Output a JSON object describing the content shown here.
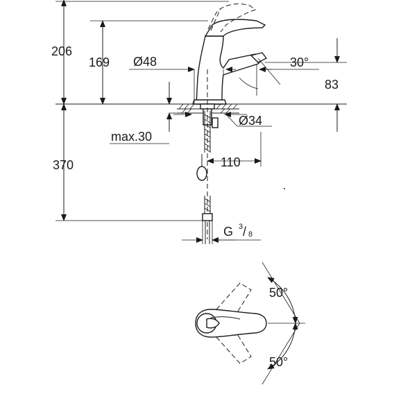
{
  "dimensions": {
    "total_height": "206",
    "spout_height": "169",
    "body_diameter": "Ø48",
    "spout_angle": "30°",
    "spout_outlet_height": "83",
    "hole_diameter": "Ø34",
    "max_deck_thickness": "max.30",
    "below_deck_length": "370",
    "spout_reach": "110",
    "thread_main": "G",
    "thread_num": "3",
    "thread_den": "8",
    "lever_angle_up": "50°",
    "lever_angle_down": "50°"
  }
}
